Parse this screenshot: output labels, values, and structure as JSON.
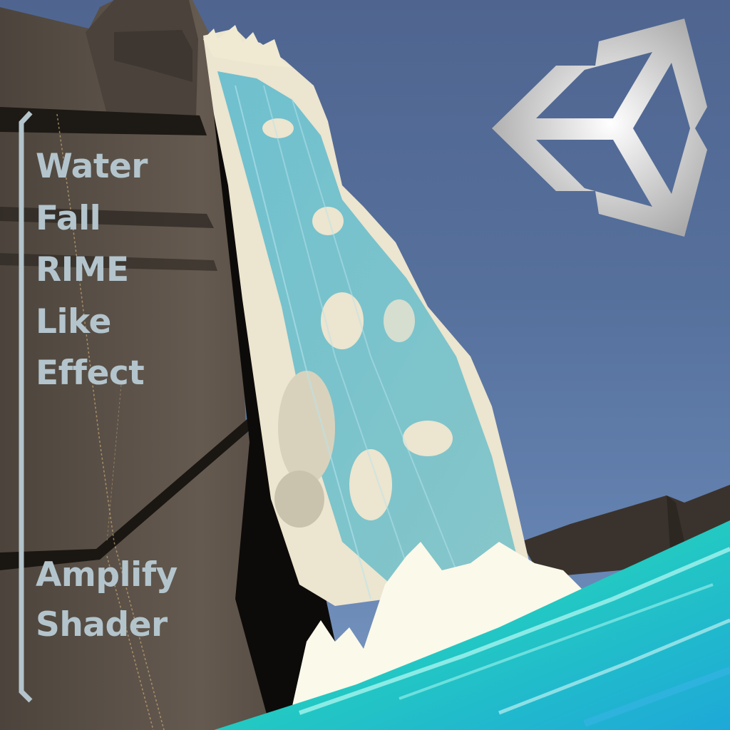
{
  "title": {
    "lines": [
      "Water",
      "Fall",
      "RIME",
      "Like",
      "Effect"
    ]
  },
  "subtitle": {
    "lines": [
      "Amplify",
      "Shader"
    ]
  },
  "logo": {
    "icon": "unity-logo-icon"
  },
  "colors": {
    "sky_top": "#4f6590",
    "sky_bottom": "#7f9cc6",
    "text": "#b3c4cc",
    "bracket": "#b3c4cc",
    "rock": "#5e544b",
    "rock_dark": "#2a2520",
    "waterfall": "#7fc3cc",
    "foam": "#e9e2cc",
    "sea": "#2fcfc6",
    "logo": "#d6d6d6"
  }
}
